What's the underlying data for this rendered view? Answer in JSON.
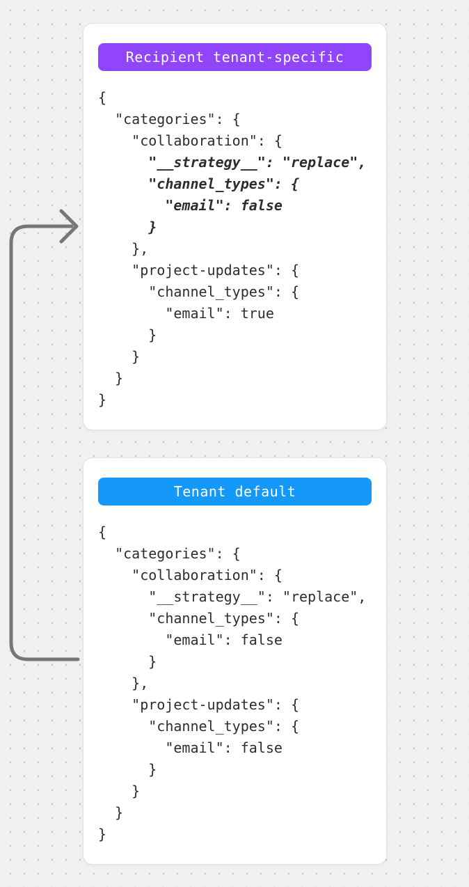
{
  "canvas": {
    "background_color": "#f0f0f0",
    "dot_color": "#c7c7c7"
  },
  "arrow": {
    "color": "#767676"
  },
  "cards": [
    {
      "badge": {
        "label": "Recipient tenant-specific",
        "color": "#9045fb"
      },
      "code_lines": [
        {
          "text": "{",
          "highlight": false
        },
        {
          "text": "  \"categories\": {",
          "highlight": false
        },
        {
          "text": "    \"collaboration\": {",
          "highlight": false
        },
        {
          "text": "      \"__strategy__\": \"replace\",",
          "highlight": true
        },
        {
          "text": "      \"channel_types\": {",
          "highlight": true
        },
        {
          "text": "        \"email\": false",
          "highlight": true
        },
        {
          "text": "      }",
          "highlight": true
        },
        {
          "text": "    },",
          "highlight": false
        },
        {
          "text": "    \"project-updates\": {",
          "highlight": false
        },
        {
          "text": "      \"channel_types\": {",
          "highlight": false
        },
        {
          "text": "        \"email\": true",
          "highlight": false
        },
        {
          "text": "      }",
          "highlight": false
        },
        {
          "text": "    }",
          "highlight": false
        },
        {
          "text": "  }",
          "highlight": false
        },
        {
          "text": "}",
          "highlight": false
        }
      ]
    },
    {
      "badge": {
        "label": "Tenant default",
        "color": "#1498fa"
      },
      "code_lines": [
        {
          "text": "{",
          "highlight": false
        },
        {
          "text": "  \"categories\": {",
          "highlight": false
        },
        {
          "text": "    \"collaboration\": {",
          "highlight": false
        },
        {
          "text": "      \"__strategy__\": \"replace\",",
          "highlight": false
        },
        {
          "text": "      \"channel_types\": {",
          "highlight": false
        },
        {
          "text": "        \"email\": false",
          "highlight": false
        },
        {
          "text": "      }",
          "highlight": false
        },
        {
          "text": "    },",
          "highlight": false
        },
        {
          "text": "    \"project-updates\": {",
          "highlight": false
        },
        {
          "text": "      \"channel_types\": {",
          "highlight": false
        },
        {
          "text": "        \"email\": false",
          "highlight": false
        },
        {
          "text": "      }",
          "highlight": false
        },
        {
          "text": "    }",
          "highlight": false
        },
        {
          "text": "  }",
          "highlight": false
        },
        {
          "text": "}",
          "highlight": false
        }
      ]
    }
  ]
}
